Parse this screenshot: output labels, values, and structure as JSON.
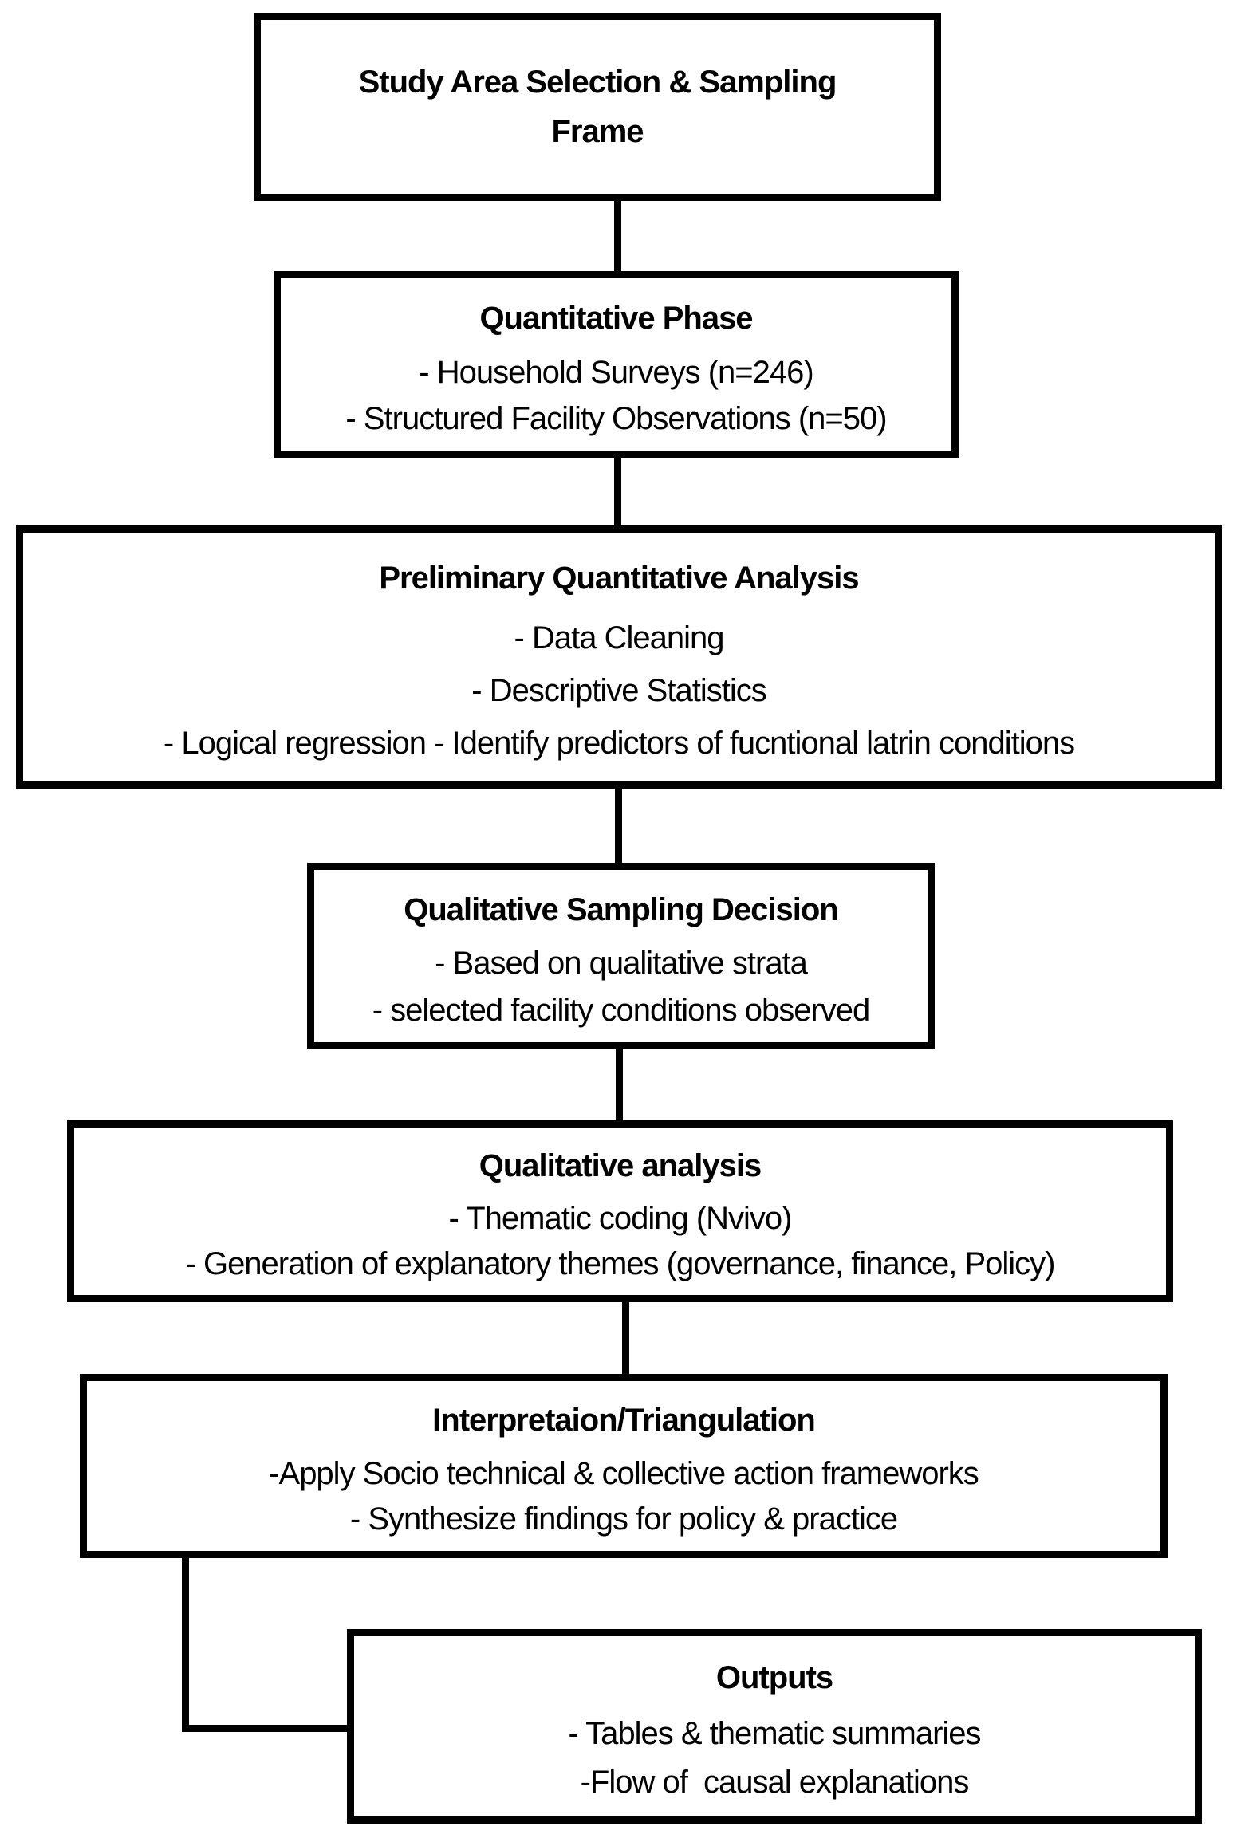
{
  "diagram": {
    "background_color": "#ffffff",
    "line_color": "#000000",
    "boxes": [
      {
        "id": "study-area",
        "title": "Study Area Selection & Sampling Frame",
        "items": []
      },
      {
        "id": "quantitative-phase",
        "title": "Quantitative Phase",
        "items": [
          "- Household Surveys (n=246)",
          "- Structured Facility Observations (n=50)"
        ]
      },
      {
        "id": "preliminary-quantitative-analysis",
        "title": "Preliminary Quantitative Analysis",
        "items": [
          "- Data Cleaning",
          "- Descriptive Statistics",
          "- Logical regression - Identify predictors of fucntional latrin conditions"
        ]
      },
      {
        "id": "qualitative-sampling-decision",
        "title": "Qualitative Sampling Decision",
        "items": [
          "- Based on qualitative strata",
          "- selected facility conditions observed"
        ]
      },
      {
        "id": "qualitative-analysis",
        "title": "Qualitative analysis",
        "items": [
          "- Thematic coding (Nvivo)",
          "- Generation of explanatory themes (governance, finance, Policy)"
        ]
      },
      {
        "id": "interpretation-triangulation",
        "title": "Interpretaion/Triangulation",
        "items": [
          "-Apply Socio technical & collective action frameworks",
          "- Synthesize findings for policy & practice"
        ]
      },
      {
        "id": "outputs",
        "title": "Outputs",
        "items": [
          "- Tables & thematic summaries",
          "-Flow of  causal explanations"
        ]
      }
    ]
  }
}
